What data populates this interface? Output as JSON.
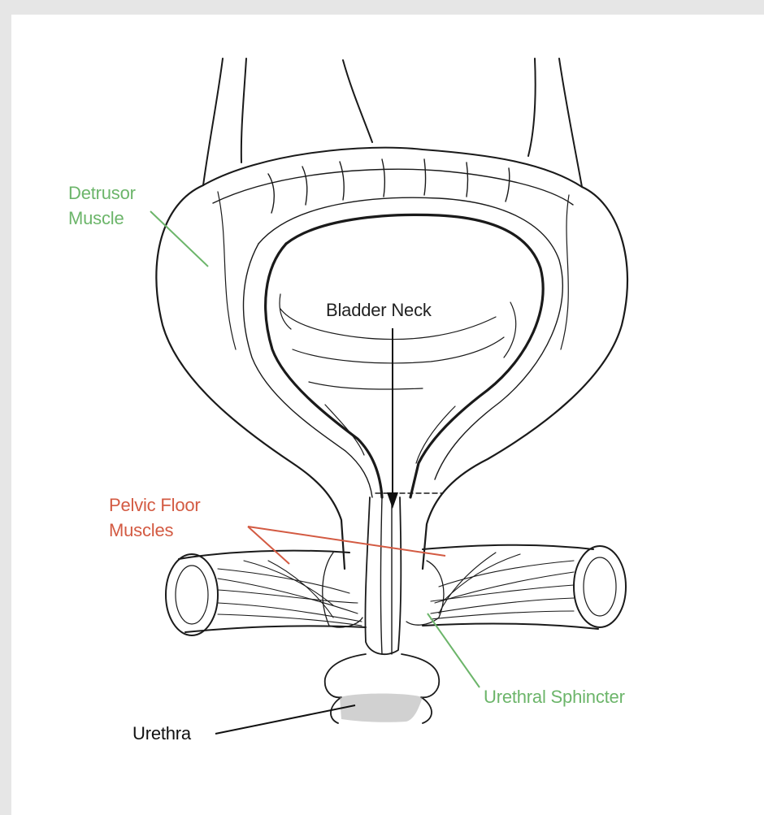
{
  "labels": {
    "detrusor": {
      "line1": "Detrusor",
      "line2": "Muscle",
      "color": "#6cb56a"
    },
    "bladder_neck": {
      "text": "Bladder Neck",
      "color": "#222222"
    },
    "pelvic_floor": {
      "line1": "Pelvic Floor",
      "line2": "Muscles",
      "color": "#d35a42"
    },
    "urethral_sphincter": {
      "text": "Urethral Sphincter",
      "color": "#6cb56a"
    },
    "urethra": {
      "text": "Urethra",
      "color": "#111111"
    }
  },
  "colors": {
    "background": "#e6e6e6",
    "panel": "#ffffff",
    "ink": "#1a1a1a",
    "pointer_green": "#6cb56a",
    "pointer_red": "#d35a42"
  }
}
